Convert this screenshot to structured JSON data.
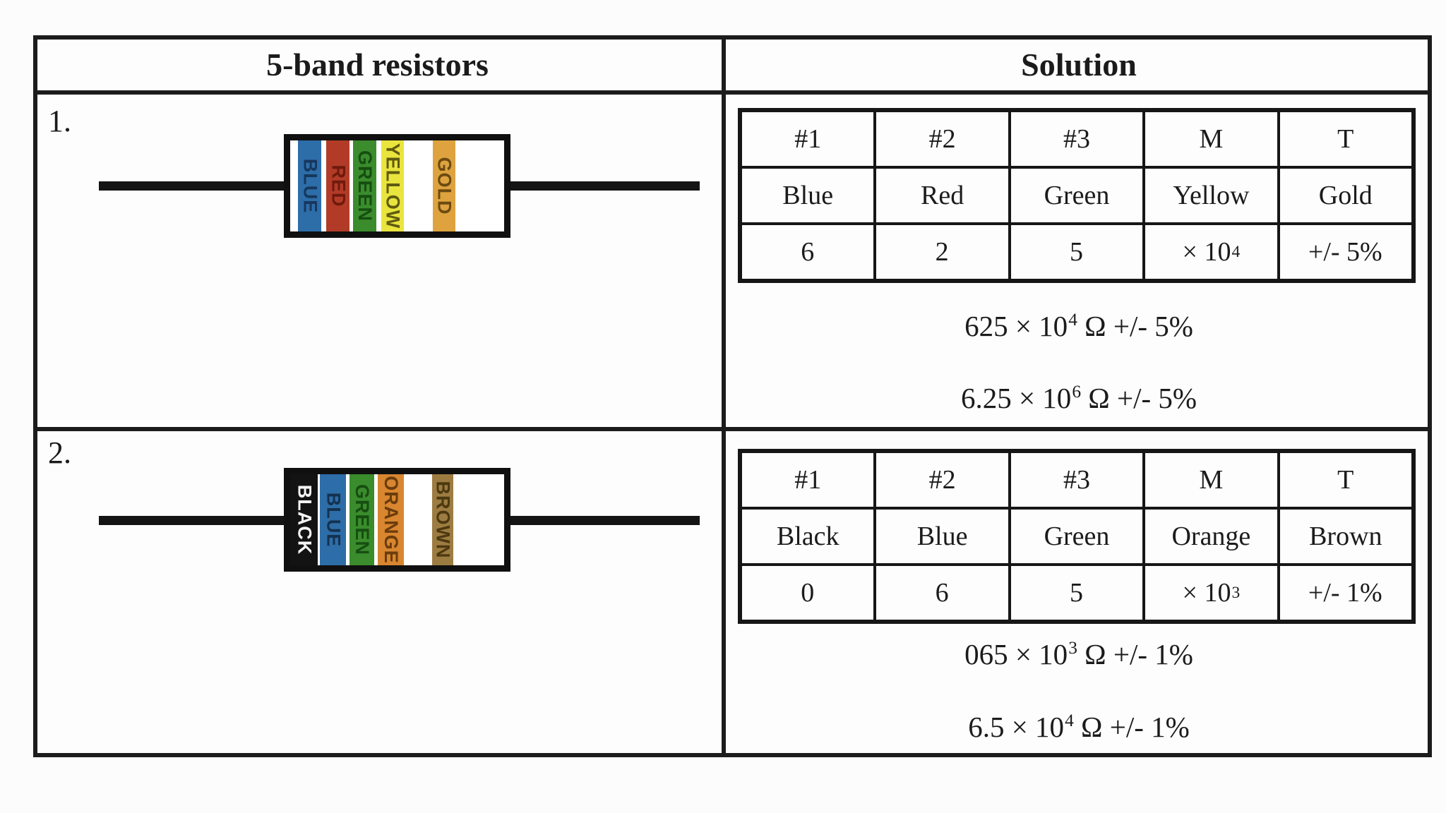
{
  "table": {
    "headers": {
      "left": "5-band resistors",
      "right": "Solution"
    }
  },
  "rows": [
    {
      "number": "1.",
      "resistor": {
        "bands": [
          {
            "label": "BLUE",
            "band_color": "#2d6da8",
            "label_color": "#17375e"
          },
          {
            "label": "RED",
            "band_color": "#b23b27",
            "label_color": "#6e1a0d"
          },
          {
            "label": "GREEN",
            "band_color": "#3a8c2c",
            "label_color": "#164e11"
          },
          {
            "label": "YELLOW",
            "band_color": "#e9e43e",
            "label_color": "#5f5a10"
          },
          {
            "label": "GOLD",
            "band_color": "#dea33e",
            "label_color": "#6b4a12"
          }
        ]
      },
      "solution": {
        "column_headers": [
          "#1",
          "#2",
          "#3",
          "M",
          "T"
        ],
        "color_row": [
          "Blue",
          "Red",
          "Green",
          "Yellow",
          "Gold"
        ],
        "value_row": [
          {
            "text": "6",
            "exp": ""
          },
          {
            "text": "2",
            "exp": ""
          },
          {
            "text": "5",
            "exp": ""
          },
          {
            "text": "× 10",
            "exp": "4"
          },
          {
            "text": "+/- 5%",
            "exp": ""
          }
        ],
        "formulas": [
          {
            "pre": "625 × 10",
            "exp": "4",
            "post": " Ω +/- 5%"
          },
          {
            "pre": "6.25 × 10",
            "exp": "6",
            "post": " Ω +/- 5%"
          }
        ]
      }
    },
    {
      "number": "2.",
      "resistor": {
        "bands": [
          {
            "label": "BLACK",
            "band_color": "#131313",
            "label_color": "#f4f4f4"
          },
          {
            "label": "BLUE",
            "band_color": "#2d6da8",
            "label_color": "#143250"
          },
          {
            "label": "GREEN",
            "band_color": "#3a8c2c",
            "label_color": "#164e11"
          },
          {
            "label": "ORANGE",
            "band_color": "#d8862f",
            "label_color": "#6b3c0c"
          },
          {
            "label": "BROWN",
            "band_color": "#9d7c42",
            "label_color": "#4d3910"
          }
        ]
      },
      "solution": {
        "column_headers": [
          "#1",
          "#2",
          "#3",
          "M",
          "T"
        ],
        "color_row": [
          "Black",
          "Blue",
          "Green",
          "Orange",
          "Brown"
        ],
        "value_row": [
          {
            "text": "0",
            "exp": ""
          },
          {
            "text": "6",
            "exp": ""
          },
          {
            "text": "5",
            "exp": ""
          },
          {
            "text": "× 10",
            "exp": "3"
          },
          {
            "text": "+/- 1%",
            "exp": ""
          }
        ],
        "formulas": [
          {
            "pre": "065 × 10",
            "exp": "3",
            "post": " Ω +/- 1%"
          },
          {
            "pre": "6.5 × 10",
            "exp": "4",
            "post": " Ω +/- 1%"
          }
        ]
      }
    }
  ]
}
